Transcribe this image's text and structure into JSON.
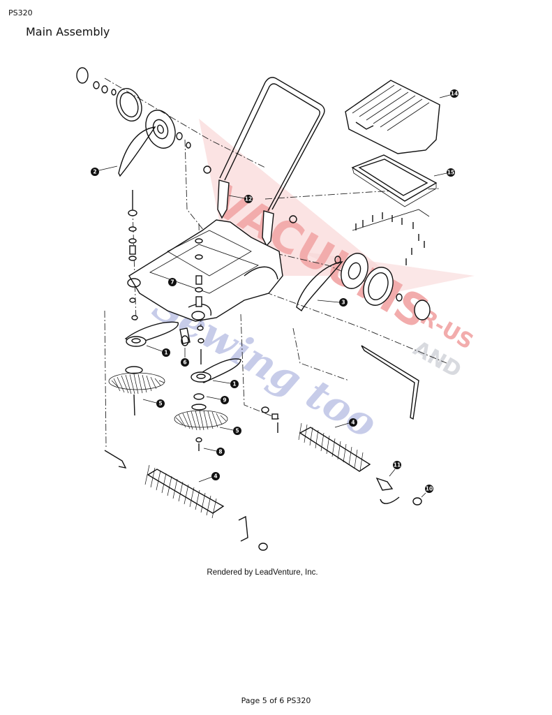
{
  "header": {
    "model_code": "PS320",
    "title": "Main Assembly"
  },
  "watermark": {
    "line1": "VACUUMS",
    "line2": "Sewing too",
    "side_top": "R-US",
    "side_bottom": "AND",
    "colors": {
      "red": "#e86a6a",
      "blue": "#9aa4d8"
    }
  },
  "callouts": [
    {
      "label": "1"
    },
    {
      "label": "1"
    },
    {
      "label": "2"
    },
    {
      "label": "3"
    },
    {
      "label": "4"
    },
    {
      "label": "4"
    },
    {
      "label": "5"
    },
    {
      "label": "5"
    },
    {
      "label": "6"
    },
    {
      "label": "7"
    },
    {
      "label": "8"
    },
    {
      "label": "9"
    },
    {
      "label": "10"
    },
    {
      "label": "11"
    },
    {
      "label": "12"
    },
    {
      "label": "14"
    },
    {
      "label": "15"
    }
  ],
  "credit": "Rendered by LeadVenture, Inc.",
  "footer": "Page 5 of 6 PS320"
}
